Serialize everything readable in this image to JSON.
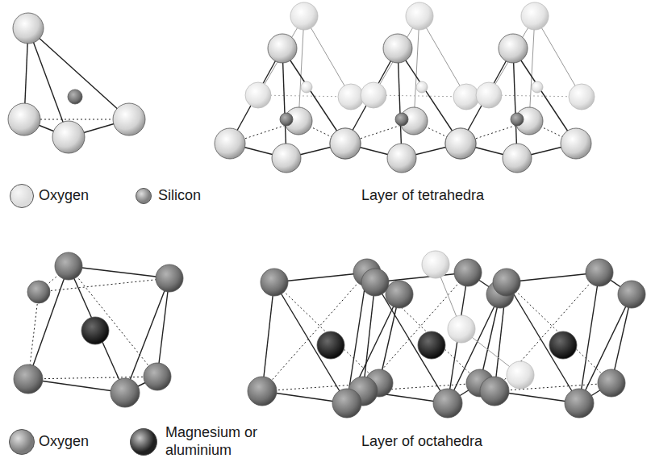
{
  "diagram": {
    "labels": [
      "Layer of tetrahedra",
      "Layer of octahedra"
    ],
    "legend": [
      {
        "text": "Oxygen",
        "color": "#dcdcdc"
      },
      {
        "text": "Silicon",
        "color": "#808080"
      },
      {
        "text": "Oxygen",
        "color": "#7a7a7a"
      },
      {
        "text": "Magnesium or aluminium",
        "color": "#202020"
      }
    ]
  }
}
